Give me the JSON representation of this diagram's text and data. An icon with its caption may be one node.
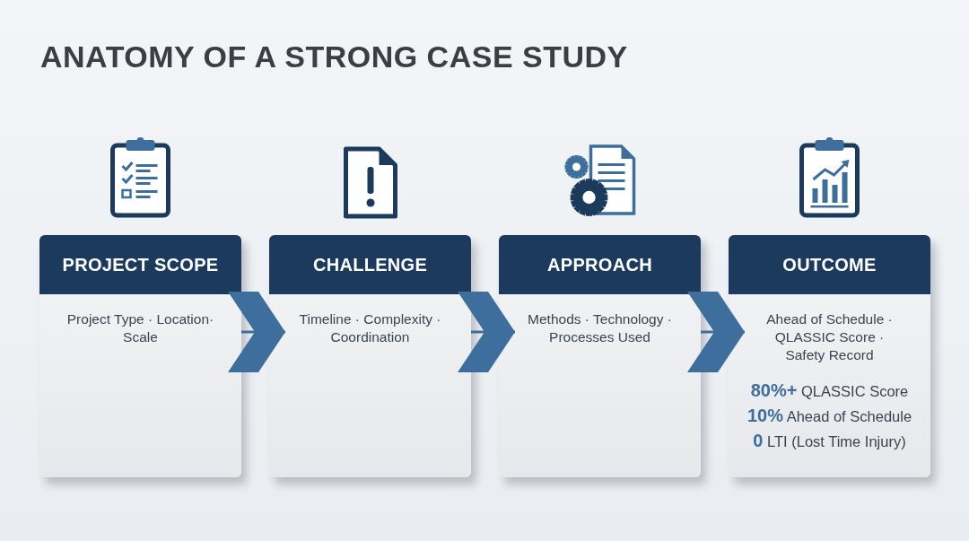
{
  "diagram": {
    "title": "ANATOMY OF A STRONG CASE STUDY",
    "nodes": [
      {
        "text": [
          "PROJECT SCOPE",
          "Project Type · Location· Scale"
        ]
      },
      {
        "text": [
          "CHALLENGE",
          "Timeline · Complexity · Coordination"
        ]
      },
      {
        "text": [
          "APPROACH",
          "Methods · Technology · Processes Used"
        ]
      },
      {
        "text": [
          "OUTCOME",
          "Ahead of Schedule · QLASSIC Score · Safety Record",
          "**80%+** QLASSIC Score",
          "**10%** Ahead of Schedule",
          "**0** LTI (Lost Time Injury)"
        ]
      }
    ],
    "edges": [
      {
        "from": 0,
        "to": 1,
        "arrow": "to"
      },
      {
        "from": 1,
        "to": 2,
        "arrow": "to"
      },
      {
        "from": 2,
        "to": 3,
        "arrow": "to"
      }
    ]
  }
}
